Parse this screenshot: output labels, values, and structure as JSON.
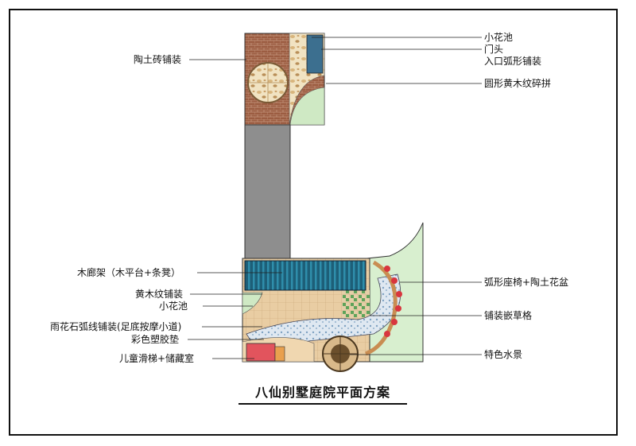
{
  "title": "八仙别墅庭院平面方案",
  "labels_left": [
    "陶土砖铺装",
    "木廊架（木平台+条凳）",
    "黄木纹铺装",
    "小花池",
    "雨花石弧线铺装(足底按摩小道)",
    "彩色塑胶垫",
    "儿童滑梯+储藏室"
  ],
  "labels_right": [
    "小花池",
    "门头",
    "入口弧形铺装",
    "圆形黄木纹碎拼",
    "弧形座椅+陶土花盆",
    "铺装嵌草格",
    "特色水景"
  ],
  "colors": {
    "brick": "#9a5a3f",
    "concrete": "#8c8c8c",
    "lawn": "#d8efcf",
    "pergola": "#1f6f88",
    "paving": "#e8c9a0",
    "pebble": "#a9c3d9",
    "plastic": "#e2545d",
    "water_feature": "#6b4f2c"
  }
}
